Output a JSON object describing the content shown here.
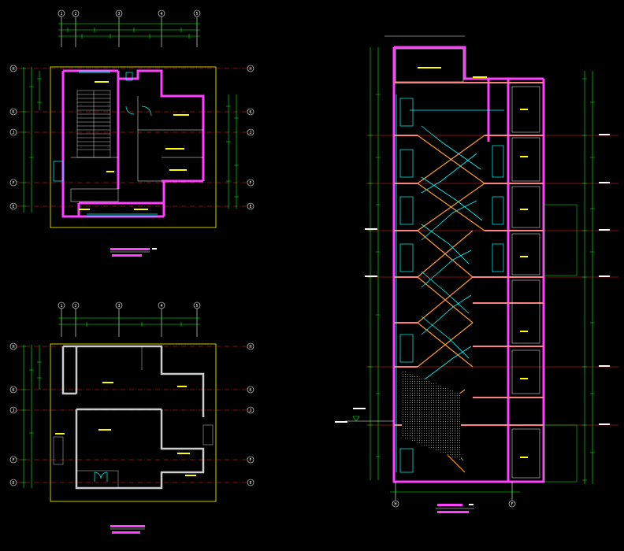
{
  "drawing": {
    "background": "#000000",
    "colors": {
      "wall": "#ff40ff",
      "dim": "#00ff00",
      "grid": "#ffffff",
      "cyan": "#00ffff",
      "yellow": "#ffff00",
      "red": "#ff2020",
      "pink": "#ff8080",
      "orange": "#ff9933",
      "blue": "#4060ff"
    },
    "plan_a": {
      "grid_top": [
        "1",
        "2",
        "3",
        "4",
        "5"
      ],
      "grid_side": [
        "H",
        "K",
        "J",
        "F",
        "E"
      ]
    },
    "plan_b": {
      "grid_top": [
        "1",
        "2",
        "3",
        "4",
        "5"
      ],
      "grid_side": [
        "H",
        "K",
        "J",
        "F",
        "E"
      ]
    },
    "section": {
      "grid_bottom": [
        "H",
        "F"
      ]
    }
  }
}
